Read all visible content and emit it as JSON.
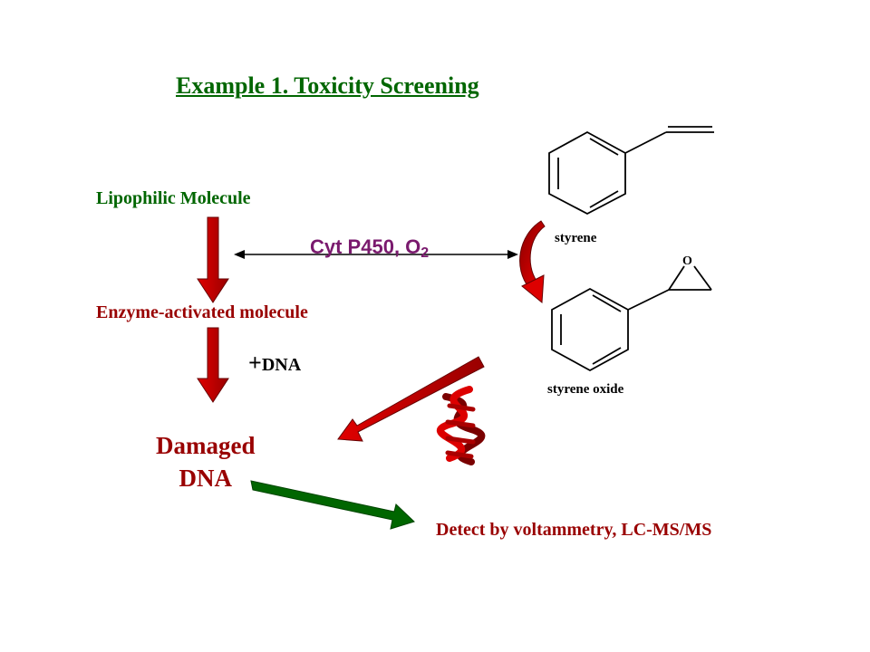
{
  "title": "Example 1. Toxicity Screening",
  "labels": {
    "lipophilic": "Lipophilic Molecule",
    "enzyme_activated": "Enzyme-activated molecule",
    "plus": "+",
    "dna": "DNA",
    "damaged_line1": "Damaged",
    "damaged_line2": "DNA",
    "detect": "Detect by voltammetry, LC-MS/MS",
    "cyt_main": "Cyt P450, O",
    "cyt_sub": "2",
    "styrene": "styrene",
    "styrene_oxide": "styrene oxide",
    "oxygen_atom": "O"
  },
  "colors": {
    "title": "#006600",
    "green_text": "#006600",
    "red_text": "#990000",
    "cyt_text": "#7a1a6e",
    "red_arrow": "#cc0000",
    "green_arrow": "#006600",
    "dna_helix": "#cc0000"
  }
}
